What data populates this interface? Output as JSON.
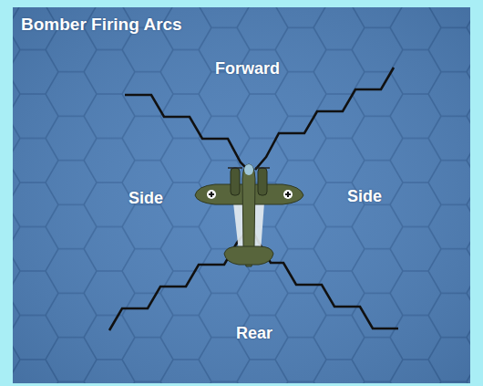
{
  "diagram": {
    "title": "Bomber Firing Arcs",
    "labels": [
      "Forward",
      "Side",
      "Side",
      "Rear"
    ]
  }
}
